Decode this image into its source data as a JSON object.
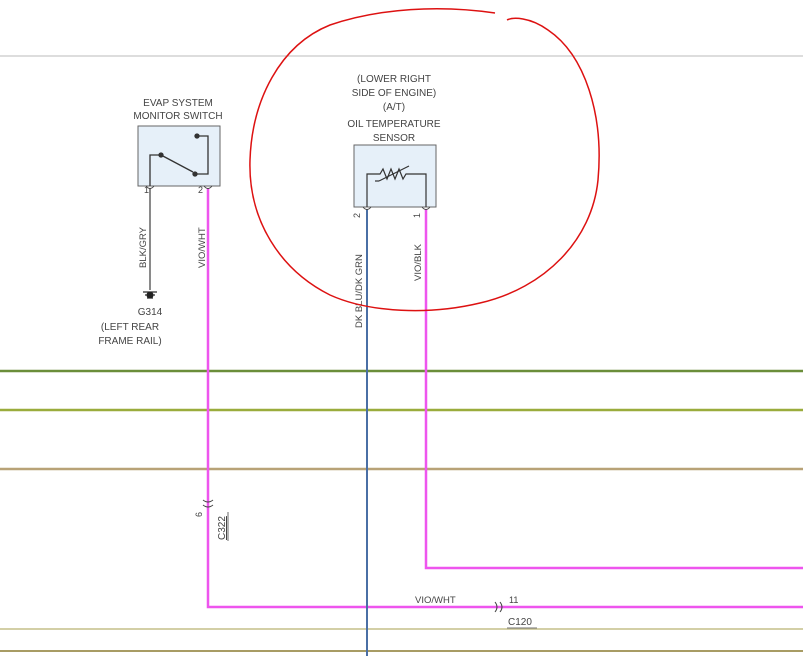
{
  "components": {
    "evap_switch": {
      "name_lines": [
        "EVAP SYSTEM",
        "MONITOR SWITCH"
      ],
      "pins": [
        "1",
        "2"
      ]
    },
    "oil_temp_sensor": {
      "location_lines": [
        "(LOWER RIGHT",
        "SIDE OF ENGINE)",
        "(A/T)"
      ],
      "name_lines": [
        "OIL TEMPERATURE",
        "SENSOR"
      ],
      "pins": [
        "2",
        "1"
      ]
    }
  },
  "ground": {
    "id": "G314",
    "location_lines": [
      "(LEFT REAR",
      "FRAME RAIL)"
    ]
  },
  "wires": [
    {
      "label": "BLK/GRY",
      "color": "#8a8a8a"
    },
    {
      "label": "VIO/WHT",
      "color": "#ee55ee"
    },
    {
      "label": "DK BLU/DK GRN",
      "color": "#4a6fa5"
    },
    {
      "label": "VIO/BLK",
      "color": "#ee55ee"
    }
  ],
  "connectors": [
    {
      "id": "C322",
      "pin": "6"
    },
    {
      "id": "C120",
      "pin": "11",
      "wire_label": "VIO/WHT"
    }
  ],
  "bus_line_colors": [
    "#6b8e3a",
    "#9aac3c",
    "#b8a277",
    "#d3cfa6",
    "#a89c64"
  ],
  "annotation": {
    "shape": "circle",
    "color": "#dd1111"
  }
}
